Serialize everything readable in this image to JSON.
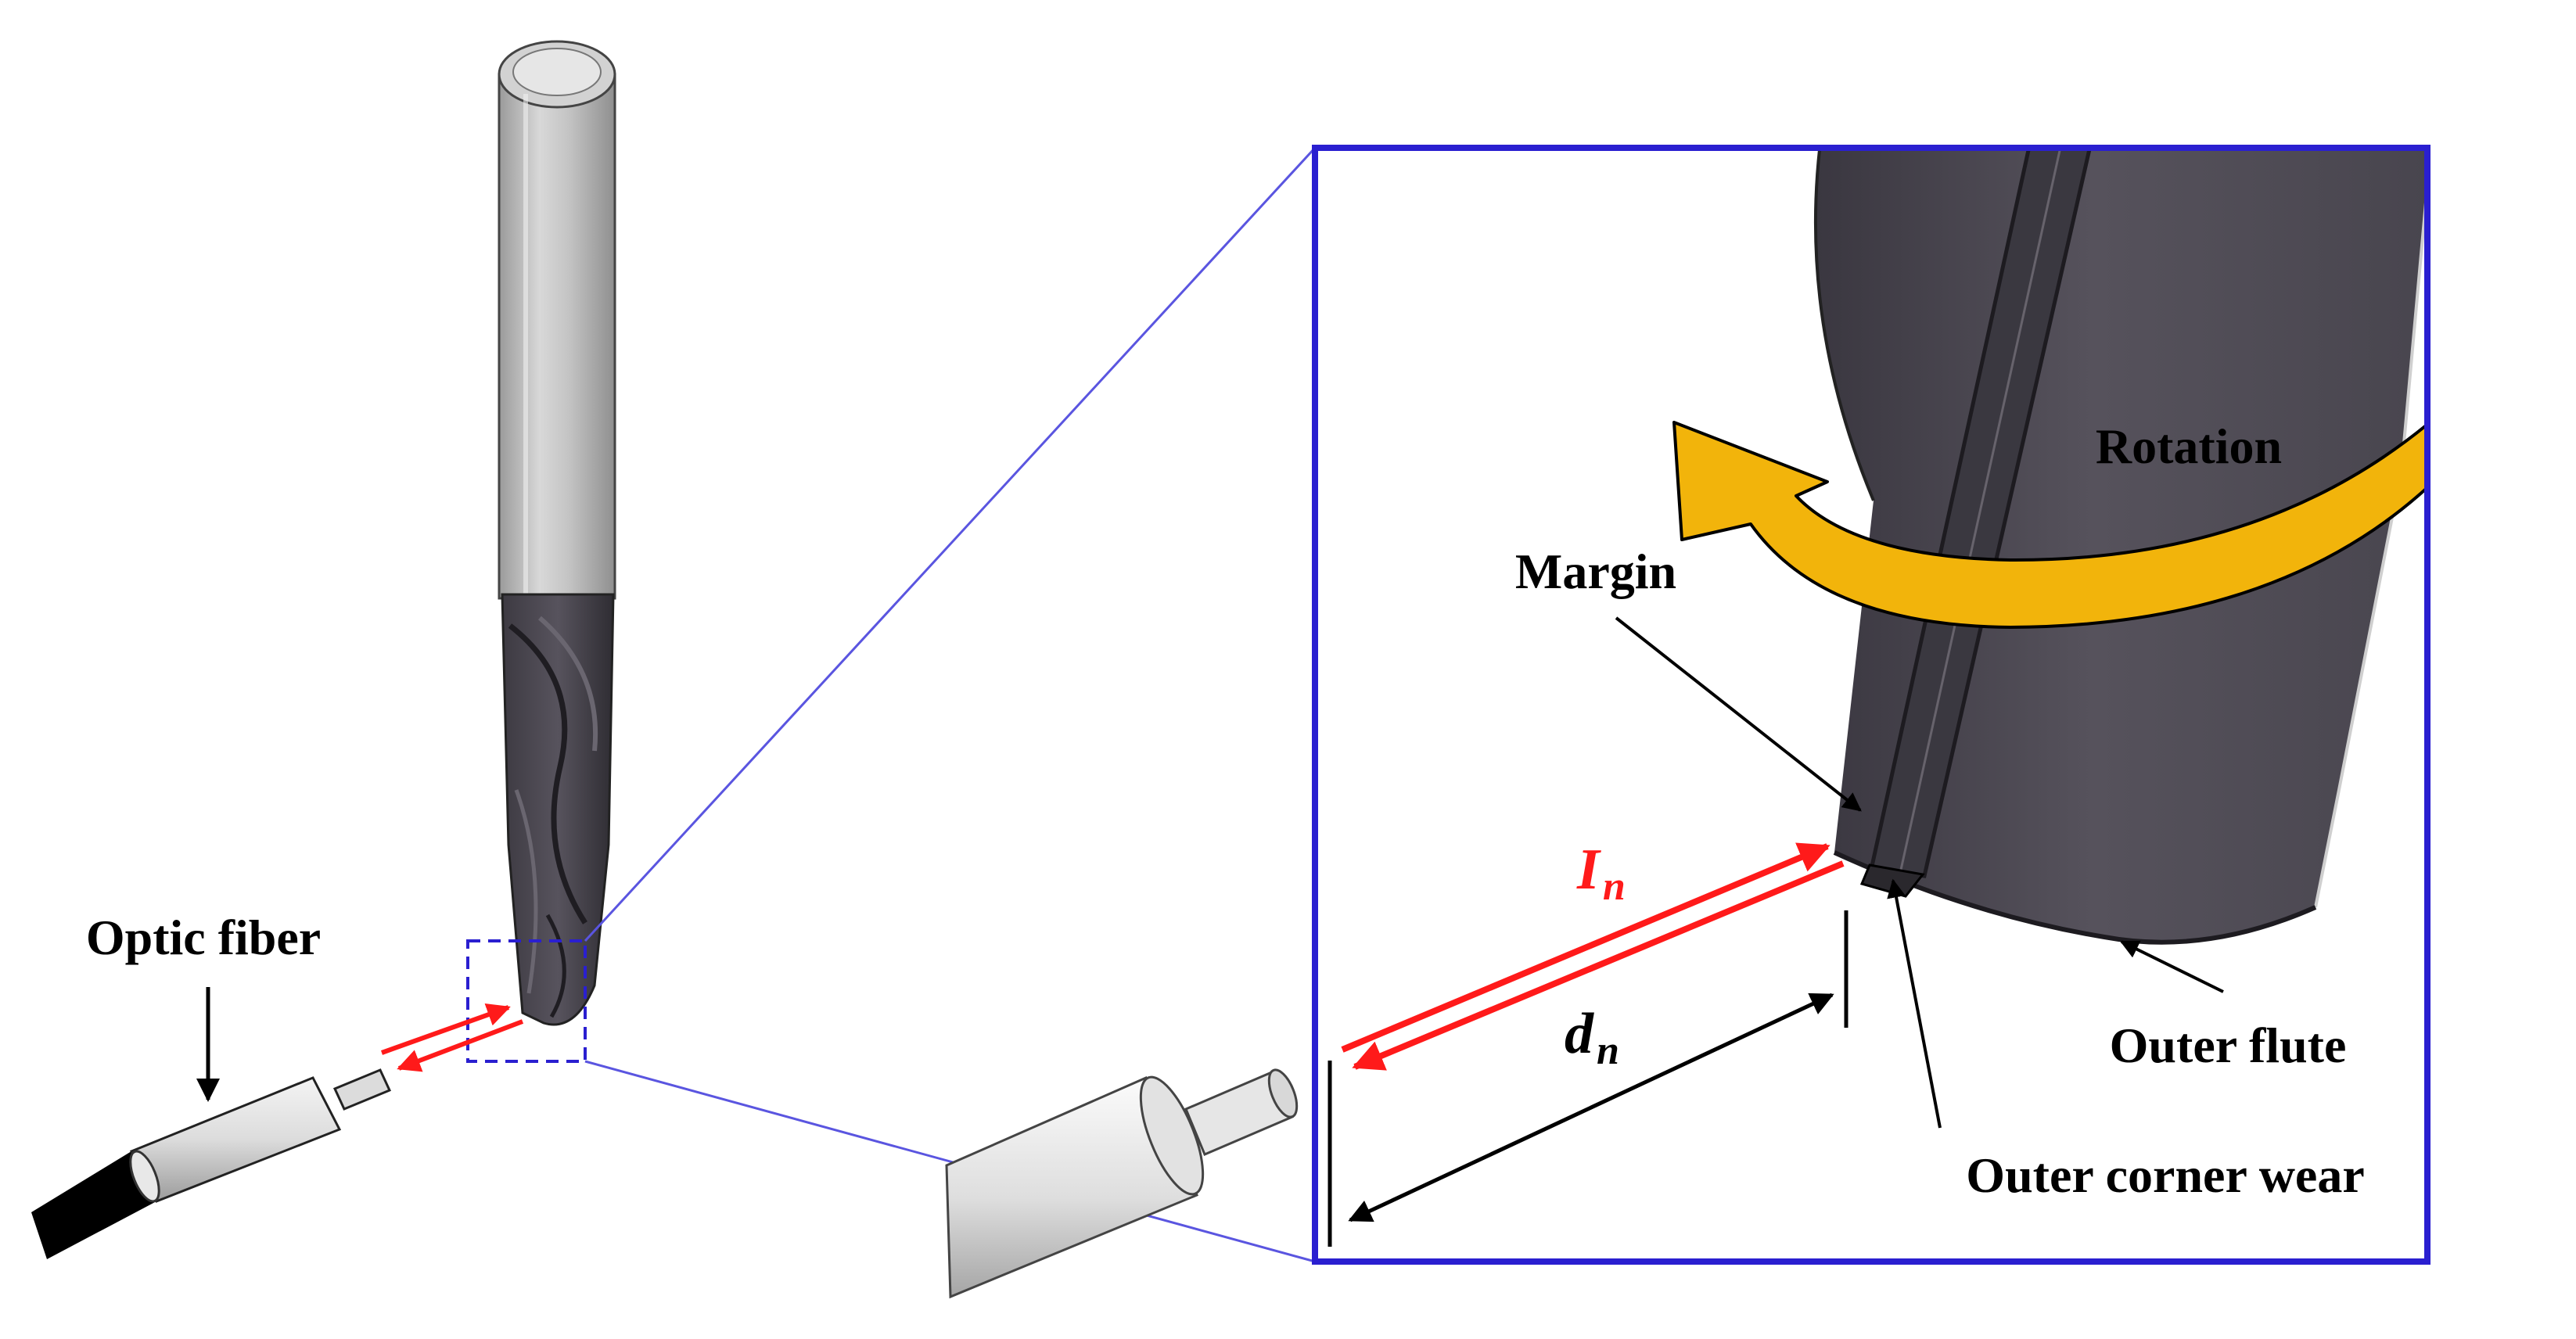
{
  "labels": {
    "optic_fiber": "Optic fiber",
    "rotation": "Rotation",
    "margin": "Margin",
    "outer_flute": "Outer flute",
    "outer_corner_wear": "Outer corner wear"
  },
  "symbols": {
    "intensity": {
      "base": "I",
      "subscript": "n"
    },
    "distance": {
      "base": "d",
      "subscript": "n"
    }
  },
  "colors": {
    "zoom_frame": "#2a1fd0",
    "zoom_lines": "#5a55e0",
    "signal_arrows": "#ff1a1a",
    "rotation_arrow": "#f2b40b",
    "rotation_arrow_edge": "#000000",
    "tool_body": "#4c4853",
    "tool_shank": "#bdbdbd",
    "fiber_jacket": "#000000"
  },
  "icons": {
    "rotation": "curved-arrow-icon",
    "signal": "double-arrow-icon",
    "pointer": "arrow-icon"
  }
}
